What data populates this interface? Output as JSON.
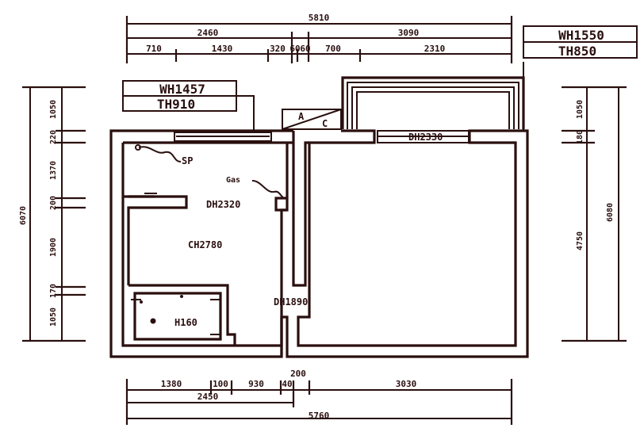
{
  "plan": {
    "top_dims": {
      "total": "5810",
      "row2": [
        "2460",
        "3090"
      ],
      "row3": [
        "710",
        "1430",
        "320",
        "60",
        "60",
        "700",
        "2310"
      ]
    },
    "bottom_dims": {
      "row1": [
        "1380",
        "100",
        "930",
        "40",
        "200",
        "3030"
      ],
      "row2": [
        "2450"
      ],
      "total": "5760"
    },
    "left_dims": {
      "total": "6070",
      "segments": [
        "1050",
        "220",
        "1370",
        "200",
        "1900",
        "170",
        "1050"
      ]
    },
    "right_dims": {
      "total": "6080",
      "segments": [
        "1050",
        "180",
        "4750"
      ]
    },
    "tags": {
      "window_top_left": {
        "wh": "WH1457",
        "th": "TH910"
      },
      "window_top_right": {
        "wh": "WH1550",
        "th": "TH850"
      }
    },
    "labels": {
      "sp": "SP",
      "gas": "Gas",
      "dh_kitchen": "DH2320",
      "ch": "CH2780",
      "dh_door": "DH2330",
      "dh_entry": "DH1890",
      "h": "H160",
      "a": "A",
      "c": "C"
    }
  }
}
